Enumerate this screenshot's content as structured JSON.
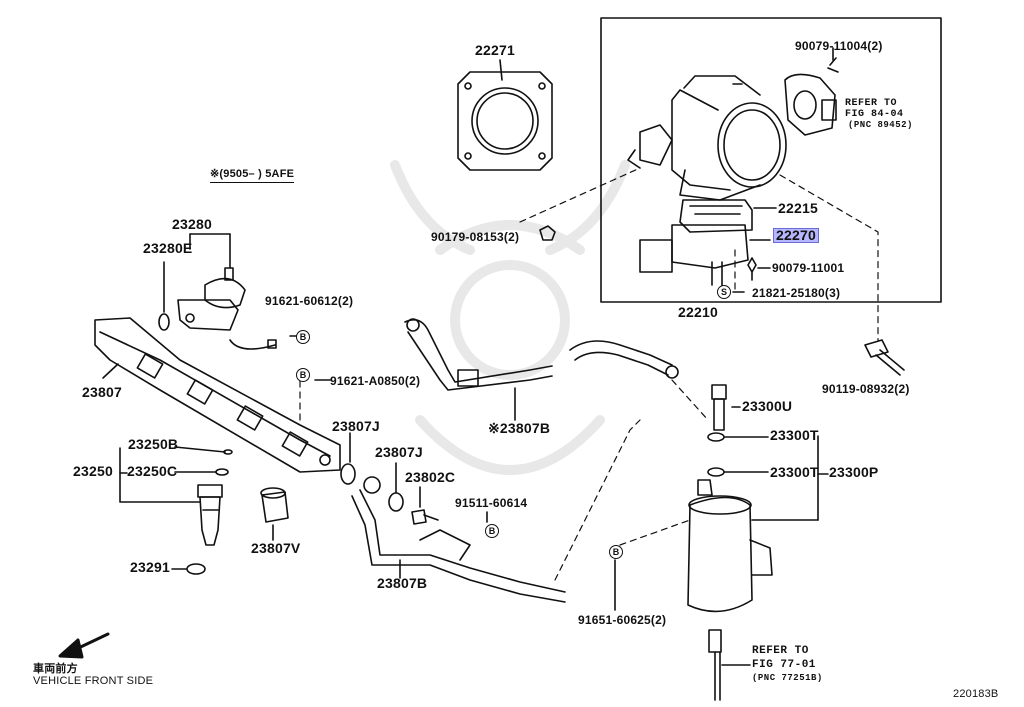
{
  "diagram": {
    "code": "220183B",
    "note": "※(9505–    ) 5AFE",
    "front_side": {
      "jp": "車両前方",
      "en": "VEHICLE FRONT SIDE"
    },
    "parts": {
      "p22271": "22271",
      "p90079_11004": "90079-11004(2)",
      "p22215": "22215",
      "p22270": "22270",
      "p90079_11001": "90079-11001",
      "p21821": "21821-25180(3)",
      "p22210": "22210",
      "p90179": "90179-08153(2)",
      "p90119": "90119-08932(2)",
      "p23280": "23280",
      "p23280E": "23280E",
      "p91621_60612": "91621-60612(2)",
      "p91621_A0850": "91621-A0850(2)",
      "p23807": "23807",
      "p23807B_top": "※23807B",
      "p23807J_1": "23807J",
      "p23807J_2": "23807J",
      "p23802C": "23802C",
      "p91511": "91511-60614",
      "p23250B": "23250B",
      "p23250": "23250",
      "p23250C": "23250C",
      "p23807V": "23807V",
      "p23291": "23291",
      "p23807B_bot": "23807B",
      "p23300U": "23300U",
      "p23300T_1": "23300T",
      "p23300T_2": "23300T",
      "p23300P": "23300P",
      "p91651": "91651-60625(2)"
    },
    "badges": {
      "b": "B",
      "s": "S"
    },
    "refers": {
      "r84": {
        "title": "REFER TO",
        "fig": "FIG 84-04",
        "pnc": "(PNC 89452)"
      },
      "r77": {
        "title": "REFER TO",
        "fig": "FIG 77-01",
        "pnc": "(PNC 77251B)"
      }
    }
  }
}
